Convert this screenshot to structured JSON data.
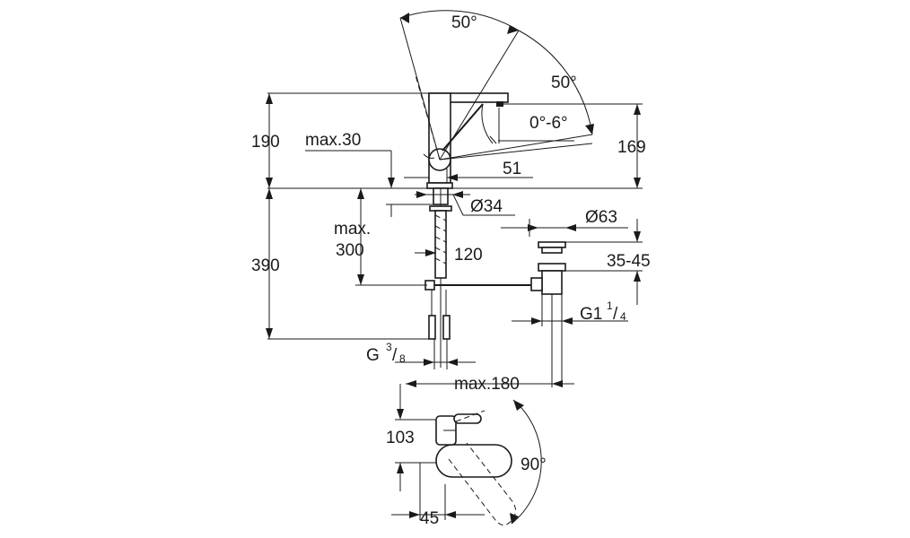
{
  "labels": {
    "angle_top": "50°",
    "angle_right": "50°",
    "tilt": "0°-6°",
    "h190": "190",
    "max30": "max.30",
    "h169": "169",
    "d51": "51",
    "dia34": "Ø34",
    "dia63": "Ø63",
    "max_label": "max.",
    "d300": "300",
    "h390": "390",
    "d120": "120",
    "r3545": "35-45",
    "g1_prefix": "G1",
    "g1_num": "1",
    "g1_den": "4",
    "g38_prefix": "G",
    "g38_num": "3",
    "g38_den": "8",
    "max180": "max.180",
    "h103": "103",
    "angle_bottom": "90°",
    "w45": "45"
  }
}
